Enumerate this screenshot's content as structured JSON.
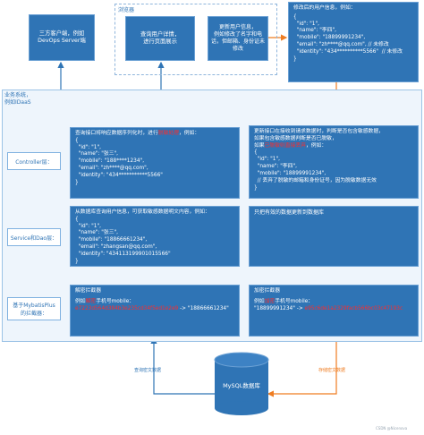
{
  "top": {
    "client_box": "三方客户端，例如\nDevOps Server端",
    "browser_label": "浏览器",
    "query_detail_box": "查询用户详情，\n进行页面展示",
    "update_box": "更新用户信息，\n例如修改了名字和电\n话，但邮箱、身份证未\n修改",
    "modified_user": {
      "title": "修改后的用户信息，例如：",
      "lines": [
        "{",
        "  \"id\": \"1\",",
        "  \"name\": \"李四\",",
        "  \"mobile\": \"18899991234\",",
        "  \"email\": \"zh****@qq.com\", // 未修改",
        "  \"identity\": \"434**********5566\"  // 未修改",
        "}"
      ]
    }
  },
  "business": {
    "label_line1": "业务系统，",
    "label_line2": "例如IDaaS"
  },
  "layers": {
    "controller": "Controller层：",
    "service": "Service和Dao层：",
    "mybatis": "基于MybatisPlus\n的拦截器："
  },
  "left": {
    "controller_box": {
      "line1_prefix": "查询接口将响应数据序列化时，进行",
      "line1_red": "脱敏处理",
      "line1_suffix": "，例如：",
      "lines": [
        "{",
        "  \"id\": \"1\",",
        "  \"name\": \"张三\",",
        "  \"mobile\": \"188****1234\",",
        "  \"email\": \"zh****@qq.com\",",
        "  \"identity\": \"434***********5566\"",
        "}"
      ]
    },
    "service_box": {
      "title": "从数据库查询用户信息，可获取敏感数据明文内容，例如：",
      "lines": [
        "{",
        "  \"id\": \"1\",",
        "  \"name\": \"张三\",",
        "  \"mobile\": \"18866661234\",",
        "  \"email\": \"zhangsan@qq.com\",",
        "  \"identity\": \"434113199901015566\"",
        "}"
      ]
    },
    "mybatis_box": {
      "title": "解密拦截器",
      "line2_prefix": "例如",
      "line2_red": "解密",
      "line2_suffix": "手机号mobile：",
      "line3_red": "e7223d564d384b3e235cd34f5ed1e2e9",
      "line3_suffix": "-> \"18866661234\""
    }
  },
  "right": {
    "controller_box": {
      "l1": "更新接口在接收到请求数据时，判断是否包含敏感数据，",
      "l2": "如果包含敏感数据判断是否已脱敏，",
      "l3_prefix": "如果",
      "l3_red": "已脱敏则直接丢弃",
      "l3_suffix": "，例如：",
      "lines": [
        "{",
        "  \"id\": \"1\",",
        "  \"name\": \"李四\",",
        "  \"mobile\": \"18899991234\",",
        "  // 丢弃了脱敏的邮箱和身份证号，因为脱敏数据无效",
        "}"
      ]
    },
    "service_box": "只把有效的数据更新到数据库",
    "mybatis_box": {
      "title": "加密拦截器",
      "line2_prefix": "例如",
      "line2_red": "加密",
      "line2_suffix": "手机号mobile：",
      "line3_prefix": "\"18899991234\" -> ",
      "line3_red": "e95c6de1a2329facb566bc03c47193c"
    }
  },
  "bottom": {
    "query_cipher": "查询密文数据",
    "store_cipher": "存储密文数据",
    "db": "MySQL数据库",
    "watermark": "CSDN @Nicenova"
  },
  "colors": {
    "box_fill": "#2f74b5",
    "arrow_blue": "#2f74b5",
    "arrow_orange": "#ef7d22",
    "highlight_red": "#ff2b2b"
  }
}
